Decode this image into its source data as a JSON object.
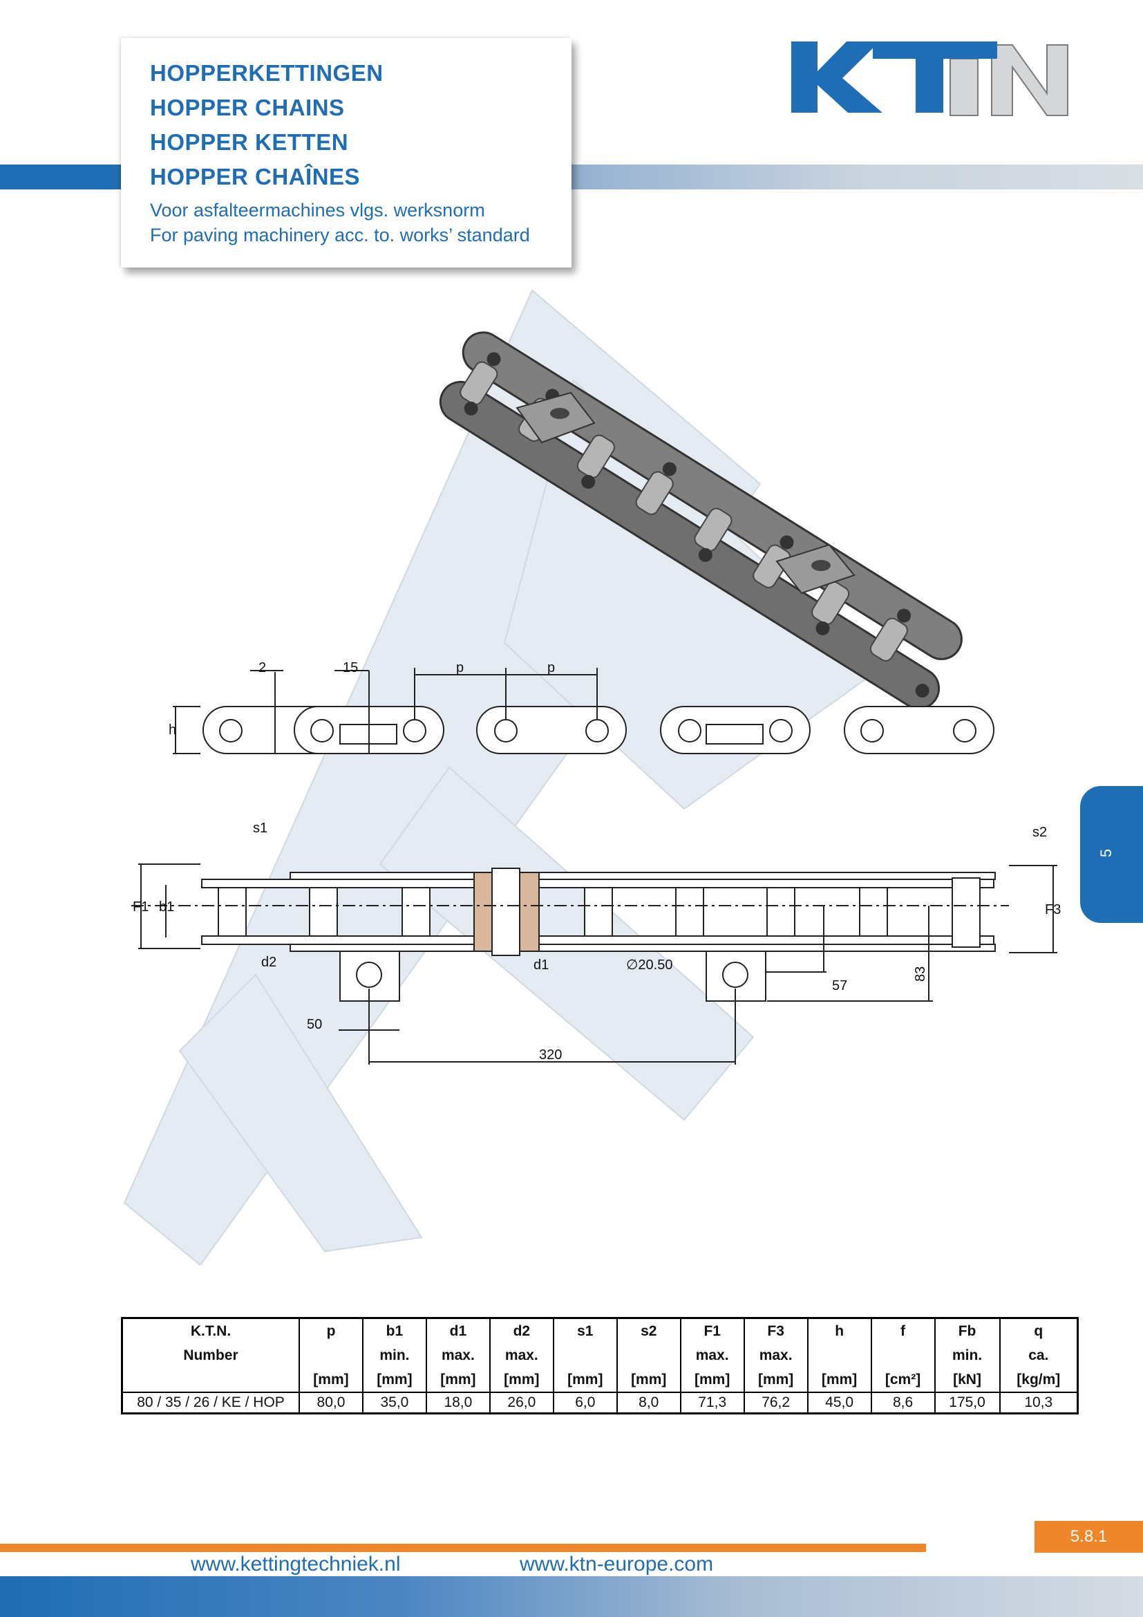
{
  "header": {
    "titles": [
      "HOPPERKETTINGEN",
      "HOPPER CHAINS",
      "HOPPER KETTEN",
      "HOPPER CHAÎNES"
    ],
    "subtitles": [
      "Voor asfalteermachines vlgs. werksnorm",
      "For paving machinery acc. to. works’ standard"
    ]
  },
  "logo": {
    "text": "KTN",
    "colors": {
      "blue": "#1f6db4",
      "gray": "#d4d6d8"
    }
  },
  "drawing_top": {
    "labels": {
      "dim_2": "2",
      "dim_15": "15",
      "pitch_1": "p",
      "pitch_2": "p",
      "height": "h"
    }
  },
  "drawing_bottom": {
    "labels": {
      "s1": "s1",
      "s2": "s2",
      "F1": "F1",
      "b1": "b1",
      "F3": "F3",
      "d2": "d2",
      "d1": "d1",
      "diameter": "∅20.50",
      "dim_57": "57",
      "dim_83": "83",
      "dim_50": "50",
      "dim_320": "320"
    }
  },
  "side_tab": {
    "label": "5"
  },
  "table": {
    "headers": [
      [
        "K.T.N.",
        "Number",
        ""
      ],
      [
        "p",
        "",
        "[mm]"
      ],
      [
        "b1",
        "min.",
        "[mm]"
      ],
      [
        "d1",
        "max.",
        "[mm]"
      ],
      [
        "d2",
        "max.",
        "[mm]"
      ],
      [
        "s1",
        "",
        "[mm]"
      ],
      [
        "s2",
        "",
        "[mm]"
      ],
      [
        "F1",
        "max.",
        "[mm]"
      ],
      [
        "F3",
        "max.",
        "[mm]"
      ],
      [
        "h",
        "",
        "[mm]"
      ],
      [
        "f",
        "",
        "[cm²]"
      ],
      [
        "Fb",
        "min.",
        "[kN]"
      ],
      [
        "q",
        "ca.",
        "[kg/m]"
      ]
    ],
    "rows": [
      [
        "80 / 35 / 26 / KE / HOP",
        "80,0",
        "35,0",
        "18,0",
        "26,0",
        "6,0",
        "8,0",
        "71,3",
        "76,2",
        "45,0",
        "8,6",
        "175,0",
        "10,3"
      ]
    ]
  },
  "footer": {
    "page_number": "5.8.1",
    "link_1": "www.kettingtechniek.nl",
    "link_2": "www.ktn-europe.com",
    "colors": {
      "orange": "#f0862a",
      "blue": "#1f6db4"
    }
  }
}
